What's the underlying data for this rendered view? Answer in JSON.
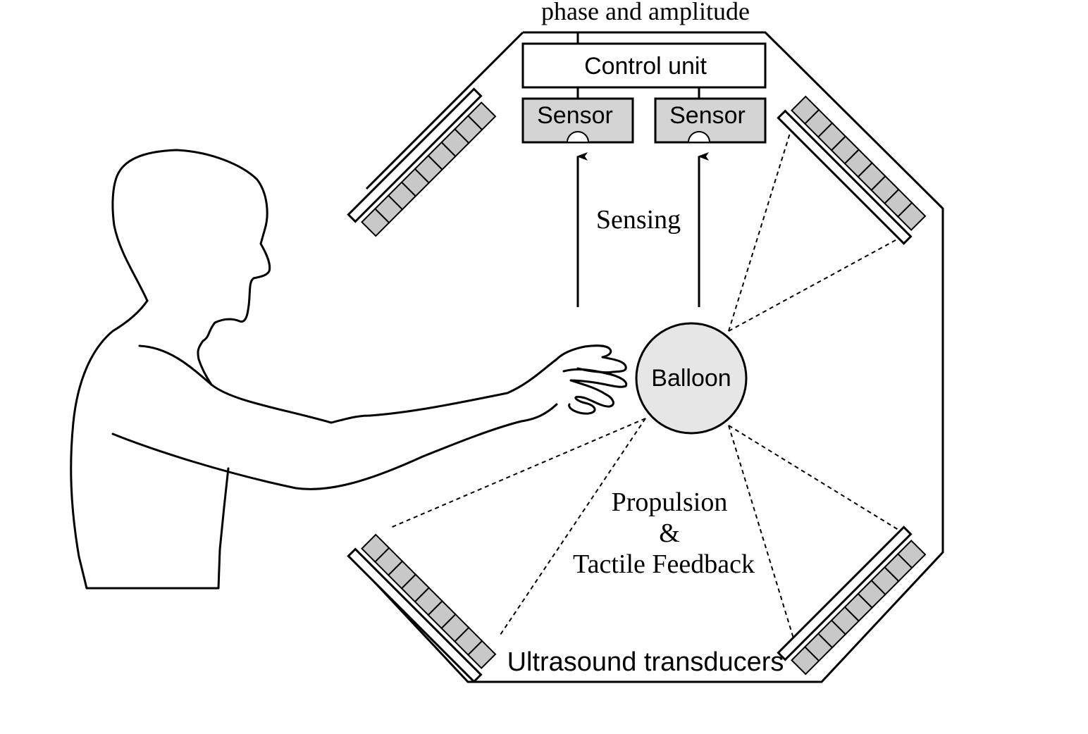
{
  "labels": {
    "top_label": "phase and amplitude",
    "control_unit": "Control unit",
    "sensor_left": "Sensor",
    "sensor_right": "Sensor",
    "sensing": "Sensing",
    "balloon": "Balloon",
    "propulsion_line1": "Propulsion",
    "propulsion_line2": "&",
    "propulsion_line3": "Tactile Feedback",
    "transducers": "Ultrasound transducers"
  },
  "colors": {
    "stroke": "#000000",
    "sensor_fill": "#d4d4d4",
    "balloon_fill": "#e6e6e6",
    "transducer_fill": "#c8c8c8"
  }
}
